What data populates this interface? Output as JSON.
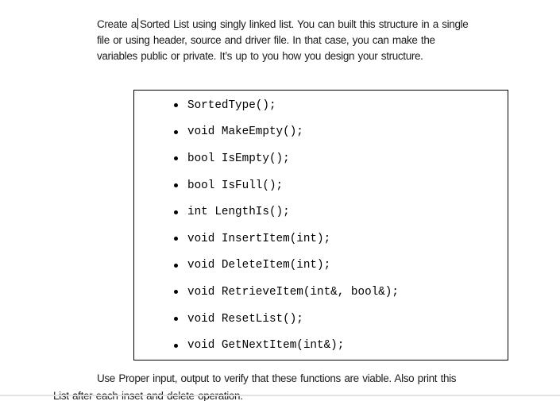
{
  "colors": {
    "box_border": "#000000",
    "divider": "#e2e2e2",
    "text": "#1c1c1c"
  },
  "intro": {
    "line1_before_caret": "Create a",
    "line1_after_caret": "Sorted List using singly linked list. You can built this structure in a single",
    "line2": "file or using header, source and driver file. In that case, you can make the",
    "line3": "variables public or private. It’s up to you how you design your structure."
  },
  "code_box": {
    "items": [
      "SortedType();",
      "void MakeEmpty();",
      "bool IsEmpty();",
      "bool IsFull();",
      "int LengthIs();",
      "void InsertItem(int);",
      "void DeleteItem(int);",
      "void RetrieveItem(int&, bool&);",
      "void ResetList();",
      "void GetNextItem(int&);"
    ]
  },
  "outro": {
    "line1": "Use Proper input, output to verify that these functions are viable. Also print this",
    "line2": "List after each inset and delete operation."
  }
}
